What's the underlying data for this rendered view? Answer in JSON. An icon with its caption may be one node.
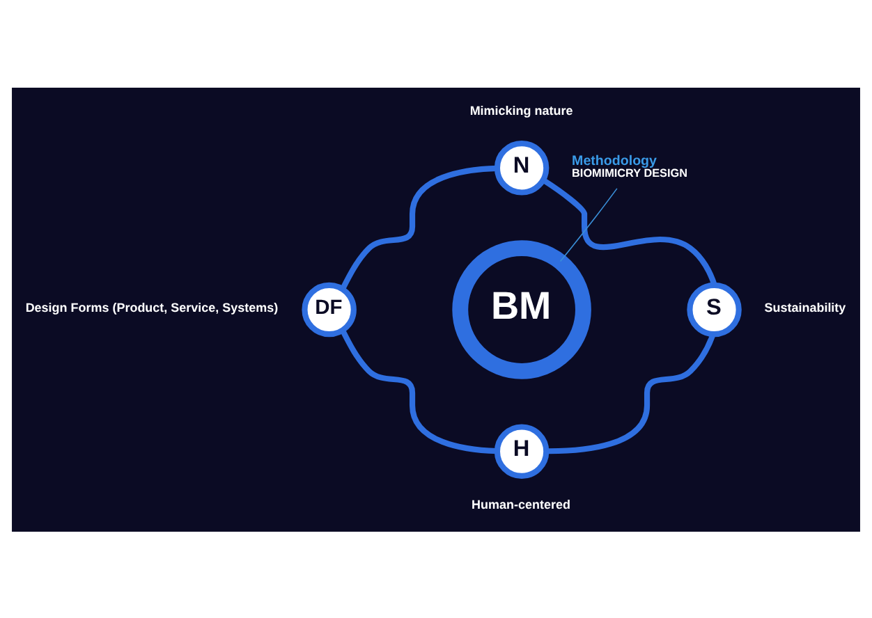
{
  "diagram": {
    "nodes": [
      {
        "text": [
          "BM"
        ]
      },
      {
        "text": [
          "N"
        ],
        "beside": [
          "Mimicking nature"
        ]
      },
      {
        "text": [
          "S"
        ],
        "beside": [
          "Sustainability"
        ]
      },
      {
        "text": [
          "H"
        ],
        "beside": [
          "Human-centered"
        ]
      },
      {
        "text": [
          "DF"
        ],
        "beside": [
          "Design Forms (Product, Service, Systems)"
        ]
      },
      {
        "text": [
          "Methodology",
          "BIOMIMICRY DESIGN"
        ]
      }
    ],
    "edges": [
      {
        "from": 1,
        "to": 2,
        "arrow": "none"
      },
      {
        "from": 2,
        "to": 3,
        "arrow": "none"
      },
      {
        "from": 3,
        "to": 4,
        "arrow": "none"
      },
      {
        "from": 4,
        "to": 1,
        "arrow": "none"
      },
      {
        "from": 5,
        "to": 0,
        "arrow": "none",
        "color": "#3a8fd8"
      }
    ]
  }
}
